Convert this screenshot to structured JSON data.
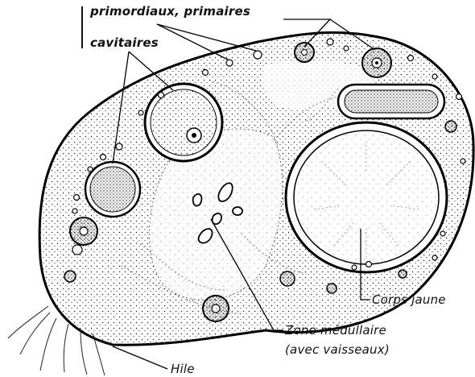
{
  "labels": {
    "primordiaux": "primordiaux, primaires",
    "cavitaires": "cavitaires",
    "corps_jaune": "Corps jaune",
    "zone_medullaire_1": "Zone médullaire",
    "zone_medullaire_2": "(avec vaisseaux)",
    "hile": "Hile"
  }
}
